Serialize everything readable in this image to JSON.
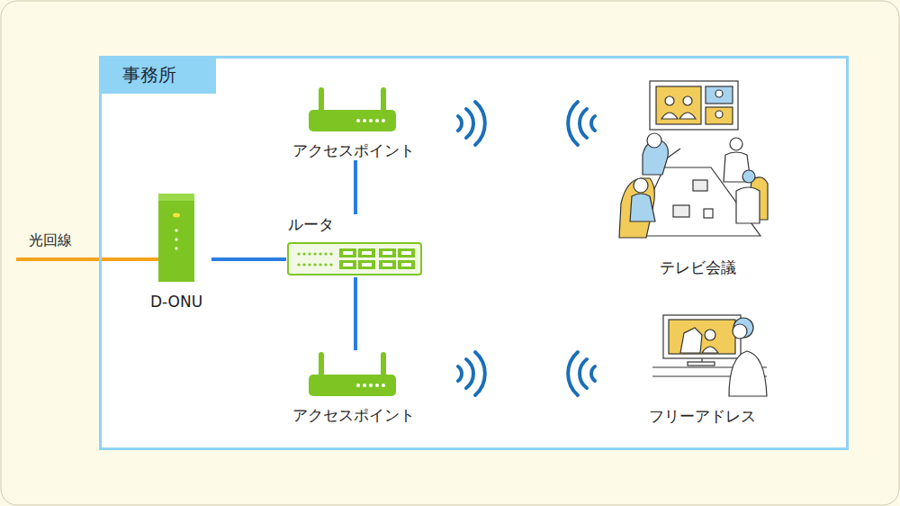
{
  "diagram": {
    "nodes": [
      {
        "text": [
          "事務所"
        ]
      },
      {
        "text": [
          "D-ONU"
        ],
        "in": 0
      },
      {
        "text": [
          "ルータ"
        ],
        "in": 0
      },
      {
        "text": [
          "アクセスポイント"
        ],
        "in": 0
      },
      {
        "text": [
          "テレビ会議"
        ],
        "in": 0
      },
      {
        "text": [
          "アクセスポイント"
        ],
        "in": 0
      },
      {
        "text": [
          "フリーアドレス"
        ],
        "in": 0
      }
    ],
    "edges": [
      {
        "from": 1,
        "to": 2,
        "arrow": "none"
      },
      {
        "from": 2,
        "to": 3,
        "arrow": "none"
      },
      {
        "from": 2,
        "to": 5,
        "arrow": "none"
      }
    ],
    "labels": [
      "光回線"
    ]
  }
}
